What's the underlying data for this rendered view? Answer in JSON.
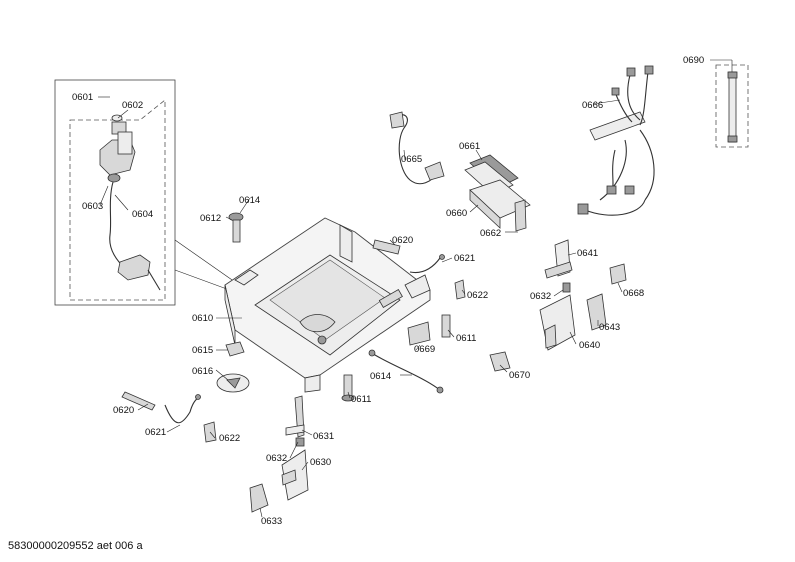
{
  "footer": {
    "document_id": "58300000209552 aet 006 a"
  },
  "labels": {
    "l0601": "0601",
    "l0602": "0602",
    "l0603": "0603",
    "l0604": "0604",
    "l0610": "0610",
    "l0612": "0612",
    "l0614a": "0614",
    "l0614b": "0614",
    "l0615": "0615",
    "l0616": "0616",
    "l0620a": "0620",
    "l0620b": "0620",
    "l0621a": "0621",
    "l0621b": "0621",
    "l0622a": "0622",
    "l0622b": "0622",
    "l0611a": "0611",
    "l0611b": "0611",
    "l0630": "0630",
    "l0631": "0631",
    "l0632a": "0632",
    "l0632b": "0632",
    "l0633": "0633",
    "l0640": "0640",
    "l0641": "0641",
    "l0643": "0643",
    "l0660": "0660",
    "l0661": "0661",
    "l0662": "0662",
    "l0665": "0665",
    "l0666": "0666",
    "l0668": "0668",
    "l0669": "0669",
    "l0670": "0670",
    "l0690": "0690"
  }
}
